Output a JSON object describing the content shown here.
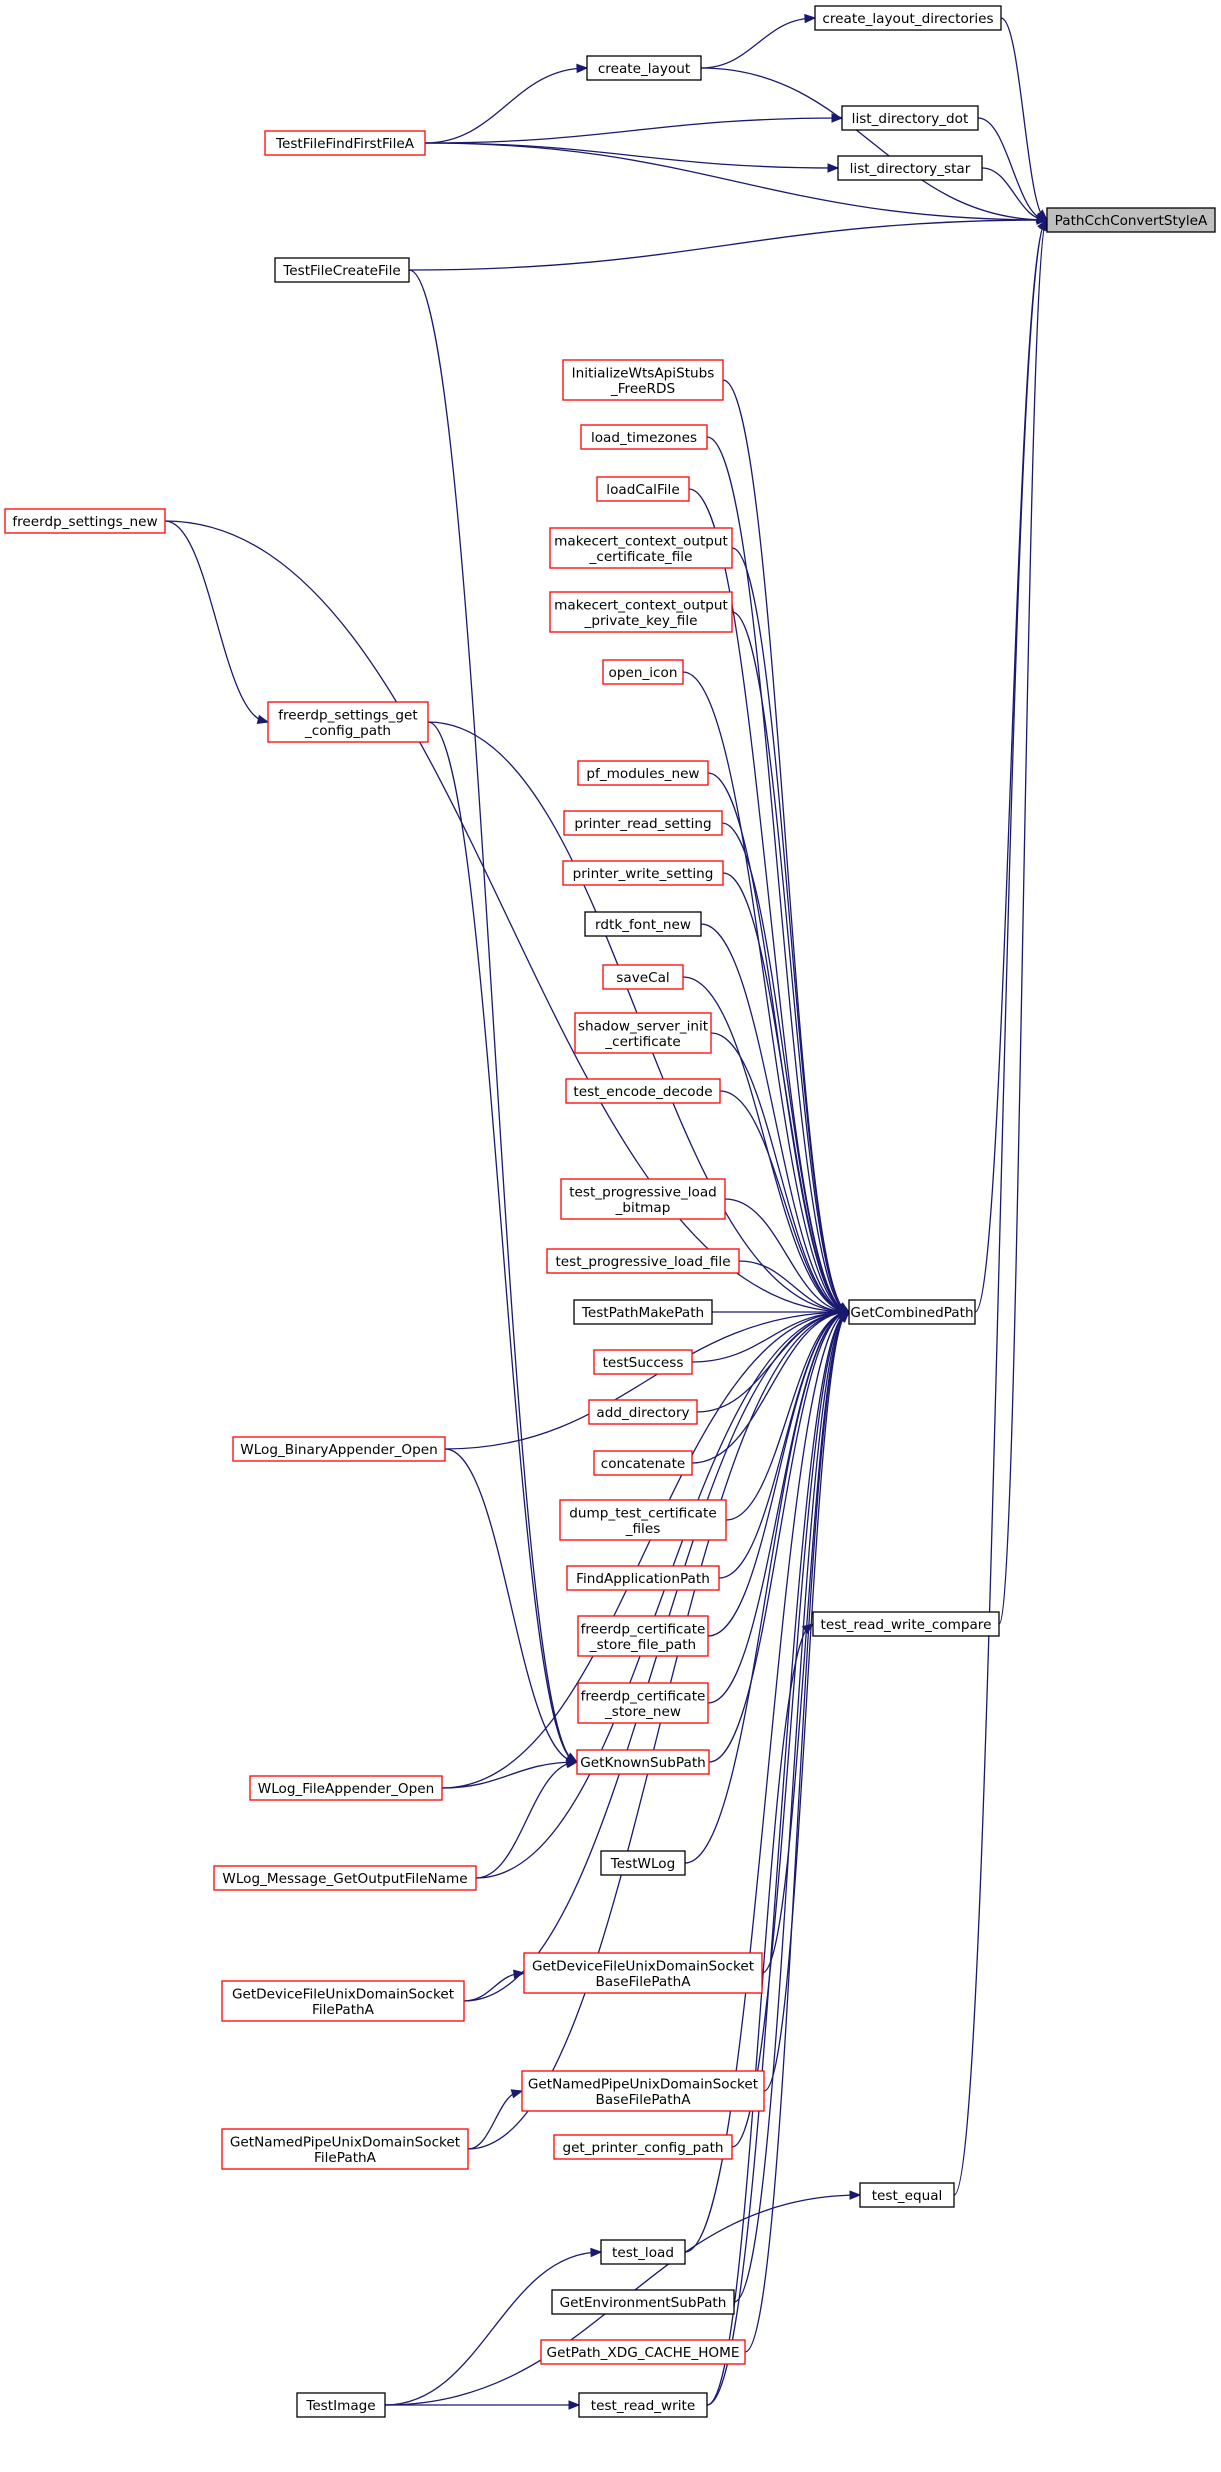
{
  "colors": {
    "edge": "#191970",
    "border_red": "#ff0000",
    "border_black": "#000000",
    "root_fill": "#bfbfbf",
    "node_fill": "#ffffff"
  },
  "nodes": {
    "create_layout_directories": {
      "lines": [
        "create_layout_directories"
      ],
      "border": "black",
      "icon": "box"
    },
    "create_layout": {
      "lines": [
        "create_layout"
      ],
      "border": "black",
      "icon": "box"
    },
    "list_directory_dot": {
      "lines": [
        "list_directory_dot"
      ],
      "border": "black",
      "icon": "box"
    },
    "TestFileFindFirstFileA": {
      "lines": [
        "TestFileFindFirstFileA"
      ],
      "border": "red",
      "icon": "box"
    },
    "list_directory_star": {
      "lines": [
        "list_directory_star"
      ],
      "border": "black",
      "icon": "box"
    },
    "PathCchConvertStyleA": {
      "lines": [
        "PathCchConvertStyleA"
      ],
      "border": "black",
      "fill": "root",
      "icon": "box"
    },
    "TestFileCreateFile": {
      "lines": [
        "TestFileCreateFile"
      ],
      "border": "black",
      "icon": "box"
    },
    "InitializeWtsApiStubs_FreeRDS": {
      "lines": [
        "InitializeWtsApiStubs",
        "_FreeRDS"
      ],
      "border": "red",
      "icon": "box"
    },
    "load_timezones": {
      "lines": [
        "load_timezones"
      ],
      "border": "red",
      "icon": "box"
    },
    "loadCalFile": {
      "lines": [
        "loadCalFile"
      ],
      "border": "red",
      "icon": "box"
    },
    "freerdp_settings_new": {
      "lines": [
        "freerdp_settings_new"
      ],
      "border": "red",
      "icon": "box"
    },
    "makecert_context_output_certificate_file": {
      "lines": [
        "makecert_context_output",
        "_certificate_file"
      ],
      "border": "red",
      "icon": "box"
    },
    "makecert_context_output_private_key_file": {
      "lines": [
        "makecert_context_output",
        "_private_key_file"
      ],
      "border": "red",
      "icon": "box"
    },
    "open_icon": {
      "lines": [
        "open_icon"
      ],
      "border": "red",
      "icon": "box"
    },
    "freerdp_settings_get_config_path": {
      "lines": [
        "freerdp_settings_get",
        "_config_path"
      ],
      "border": "red",
      "icon": "box"
    },
    "pf_modules_new": {
      "lines": [
        "pf_modules_new"
      ],
      "border": "red",
      "icon": "box"
    },
    "printer_read_setting": {
      "lines": [
        "printer_read_setting"
      ],
      "border": "red",
      "icon": "box"
    },
    "printer_write_setting": {
      "lines": [
        "printer_write_setting"
      ],
      "border": "red",
      "icon": "box"
    },
    "rdtk_font_new": {
      "lines": [
        "rdtk_font_new"
      ],
      "border": "black",
      "icon": "box"
    },
    "saveCal": {
      "lines": [
        "saveCal"
      ],
      "border": "red",
      "icon": "box"
    },
    "shadow_server_init_certificate": {
      "lines": [
        "shadow_server_init",
        "_certificate"
      ],
      "border": "red",
      "icon": "box"
    },
    "test_encode_decode": {
      "lines": [
        "test_encode_decode"
      ],
      "border": "red",
      "icon": "box"
    },
    "test_progressive_load_bitmap": {
      "lines": [
        "test_progressive_load",
        "_bitmap"
      ],
      "border": "red",
      "icon": "box"
    },
    "test_progressive_load_file": {
      "lines": [
        "test_progressive_load_file"
      ],
      "border": "red",
      "icon": "box"
    },
    "TestPathMakePath": {
      "lines": [
        "TestPathMakePath"
      ],
      "border": "black",
      "icon": "box"
    },
    "GetCombinedPath": {
      "lines": [
        "GetCombinedPath"
      ],
      "border": "black",
      "icon": "box"
    },
    "testSuccess": {
      "lines": [
        "testSuccess"
      ],
      "border": "red",
      "icon": "box"
    },
    "add_directory": {
      "lines": [
        "add_directory"
      ],
      "border": "red",
      "icon": "box"
    },
    "WLog_BinaryAppender_Open": {
      "lines": [
        "WLog_BinaryAppender_Open"
      ],
      "border": "red",
      "icon": "box"
    },
    "concatenate": {
      "lines": [
        "concatenate"
      ],
      "border": "red",
      "icon": "box"
    },
    "dump_test_certificate_files": {
      "lines": [
        "dump_test_certificate",
        "_files"
      ],
      "border": "red",
      "icon": "box"
    },
    "FindApplicationPath": {
      "lines": [
        "FindApplicationPath"
      ],
      "border": "red",
      "icon": "box"
    },
    "test_read_write_compare": {
      "lines": [
        "test_read_write_compare"
      ],
      "border": "black",
      "icon": "box"
    },
    "freerdp_certificate_store_file_path": {
      "lines": [
        "freerdp_certificate",
        "_store_file_path"
      ],
      "border": "red",
      "icon": "box"
    },
    "freerdp_certificate_store_new": {
      "lines": [
        "freerdp_certificate",
        "_store_new"
      ],
      "border": "red",
      "icon": "box"
    },
    "GetKnownSubPath": {
      "lines": [
        "GetKnownSubPath"
      ],
      "border": "red",
      "icon": "box"
    },
    "WLog_FileAppender_Open": {
      "lines": [
        "WLog_FileAppender_Open"
      ],
      "border": "red",
      "icon": "box"
    },
    "TestWLog": {
      "lines": [
        "TestWLog"
      ],
      "border": "black",
      "icon": "box"
    },
    "WLog_Message_GetOutputFileName": {
      "lines": [
        "WLog_Message_GetOutputFileName"
      ],
      "border": "red",
      "icon": "box"
    },
    "GetDeviceFileUnixDomainSocketBaseFilePathA": {
      "lines": [
        "GetDeviceFileUnixDomainSocket",
        "BaseFilePathA"
      ],
      "border": "red",
      "icon": "box"
    },
    "GetDeviceFileUnixDomainSocketFilePathA": {
      "lines": [
        "GetDeviceFileUnixDomainSocket",
        "FilePathA"
      ],
      "border": "red",
      "icon": "box"
    },
    "GetNamedPipeUnixDomainSocketBaseFilePathA": {
      "lines": [
        "GetNamedPipeUnixDomainSocket",
        "BaseFilePathA"
      ],
      "border": "red",
      "icon": "box"
    },
    "get_printer_config_path": {
      "lines": [
        "get_printer_config_path"
      ],
      "border": "red",
      "icon": "box"
    },
    "GetNamedPipeUnixDomainSocketFilePathA": {
      "lines": [
        "GetNamedPipeUnixDomainSocket",
        "FilePathA"
      ],
      "border": "red",
      "icon": "box"
    },
    "test_equal": {
      "lines": [
        "test_equal"
      ],
      "border": "black",
      "icon": "box"
    },
    "test_load": {
      "lines": [
        "test_load"
      ],
      "border": "black",
      "icon": "box"
    },
    "GetEnvironmentSubPath": {
      "lines": [
        "GetEnvironmentSubPath"
      ],
      "border": "black",
      "icon": "box"
    },
    "GetPath_XDG_CACHE_HOME": {
      "lines": [
        "GetPath_XDG_CACHE_HOME"
      ],
      "border": "red",
      "icon": "box"
    },
    "TestImage": {
      "lines": [
        "TestImage"
      ],
      "border": "black",
      "icon": "box"
    },
    "test_read_write": {
      "lines": [
        "test_read_write"
      ],
      "border": "black",
      "icon": "box"
    }
  },
  "edges": [
    [
      "create_layout_directories",
      "PathCchConvertStyleA"
    ],
    [
      "create_layout",
      "create_layout_directories"
    ],
    [
      "create_layout",
      "PathCchConvertStyleA"
    ],
    [
      "TestFileFindFirstFileA",
      "create_layout"
    ],
    [
      "TestFileFindFirstFileA",
      "list_directory_dot"
    ],
    [
      "TestFileFindFirstFileA",
      "list_directory_star"
    ],
    [
      "TestFileFindFirstFileA",
      "PathCchConvertStyleA"
    ],
    [
      "list_directory_dot",
      "PathCchConvertStyleA"
    ],
    [
      "list_directory_star",
      "PathCchConvertStyleA"
    ],
    [
      "TestFileCreateFile",
      "PathCchConvertStyleA"
    ],
    [
      "TestFileCreateFile",
      "GetKnownSubPath"
    ],
    [
      "GetCombinedPath",
      "PathCchConvertStyleA"
    ],
    [
      "test_read_write_compare",
      "PathCchConvertStyleA"
    ],
    [
      "test_equal",
      "PathCchConvertStyleA"
    ],
    [
      "freerdp_settings_new",
      "GetCombinedPath"
    ],
    [
      "freerdp_settings_new",
      "freerdp_settings_get_config_path"
    ],
    [
      "freerdp_settings_get_config_path",
      "GetCombinedPath"
    ],
    [
      "freerdp_settings_get_config_path",
      "GetKnownSubPath"
    ],
    [
      "InitializeWtsApiStubs_FreeRDS",
      "GetCombinedPath"
    ],
    [
      "load_timezones",
      "GetCombinedPath"
    ],
    [
      "loadCalFile",
      "GetCombinedPath"
    ],
    [
      "makecert_context_output_certificate_file",
      "GetCombinedPath"
    ],
    [
      "makecert_context_output_private_key_file",
      "GetCombinedPath"
    ],
    [
      "open_icon",
      "GetCombinedPath"
    ],
    [
      "pf_modules_new",
      "GetCombinedPath"
    ],
    [
      "printer_read_setting",
      "GetCombinedPath"
    ],
    [
      "printer_write_setting",
      "GetCombinedPath"
    ],
    [
      "rdtk_font_new",
      "GetCombinedPath"
    ],
    [
      "saveCal",
      "GetCombinedPath"
    ],
    [
      "shadow_server_init_certificate",
      "GetCombinedPath"
    ],
    [
      "test_encode_decode",
      "GetCombinedPath"
    ],
    [
      "test_progressive_load_bitmap",
      "GetCombinedPath"
    ],
    [
      "test_progressive_load_file",
      "GetCombinedPath"
    ],
    [
      "TestPathMakePath",
      "GetCombinedPath"
    ],
    [
      "testSuccess",
      "GetCombinedPath"
    ],
    [
      "add_directory",
      "GetCombinedPath"
    ],
    [
      "concatenate",
      "GetCombinedPath"
    ],
    [
      "dump_test_certificate_files",
      "GetCombinedPath"
    ],
    [
      "FindApplicationPath",
      "GetCombinedPath"
    ],
    [
      "freerdp_certificate_store_file_path",
      "GetCombinedPath"
    ],
    [
      "freerdp_certificate_store_new",
      "GetCombinedPath"
    ],
    [
      "GetKnownSubPath",
      "GetCombinedPath"
    ],
    [
      "WLog_BinaryAppender_Open",
      "GetCombinedPath"
    ],
    [
      "WLog_BinaryAppender_Open",
      "GetKnownSubPath"
    ],
    [
      "WLog_FileAppender_Open",
      "GetCombinedPath"
    ],
    [
      "WLog_FileAppender_Open",
      "GetKnownSubPath"
    ],
    [
      "WLog_Message_GetOutputFileName",
      "GetCombinedPath"
    ],
    [
      "WLog_Message_GetOutputFileName",
      "GetKnownSubPath"
    ],
    [
      "TestWLog",
      "GetCombinedPath"
    ],
    [
      "GetDeviceFileUnixDomainSocketBaseFilePathA",
      "GetCombinedPath"
    ],
    [
      "GetDeviceFileUnixDomainSocketFilePathA",
      "GetCombinedPath"
    ],
    [
      "GetDeviceFileUnixDomainSocketFilePathA",
      "GetDeviceFileUnixDomainSocketBaseFilePathA"
    ],
    [
      "GetNamedPipeUnixDomainSocketBaseFilePathA",
      "GetCombinedPath"
    ],
    [
      "GetNamedPipeUnixDomainSocketFilePathA",
      "GetCombinedPath"
    ],
    [
      "GetNamedPipeUnixDomainSocketFilePathA",
      "GetNamedPipeUnixDomainSocketBaseFilePathA"
    ],
    [
      "get_printer_config_path",
      "GetCombinedPath"
    ],
    [
      "test_load",
      "GetCombinedPath"
    ],
    [
      "GetEnvironmentSubPath",
      "GetCombinedPath"
    ],
    [
      "GetPath_XDG_CACHE_HOME",
      "GetCombinedPath"
    ],
    [
      "test_read_write",
      "GetCombinedPath"
    ],
    [
      "test_read_write",
      "test_read_write_compare"
    ],
    [
      "TestImage",
      "test_load"
    ],
    [
      "TestImage",
      "test_read_write"
    ],
    [
      "TestImage",
      "test_equal"
    ]
  ]
}
